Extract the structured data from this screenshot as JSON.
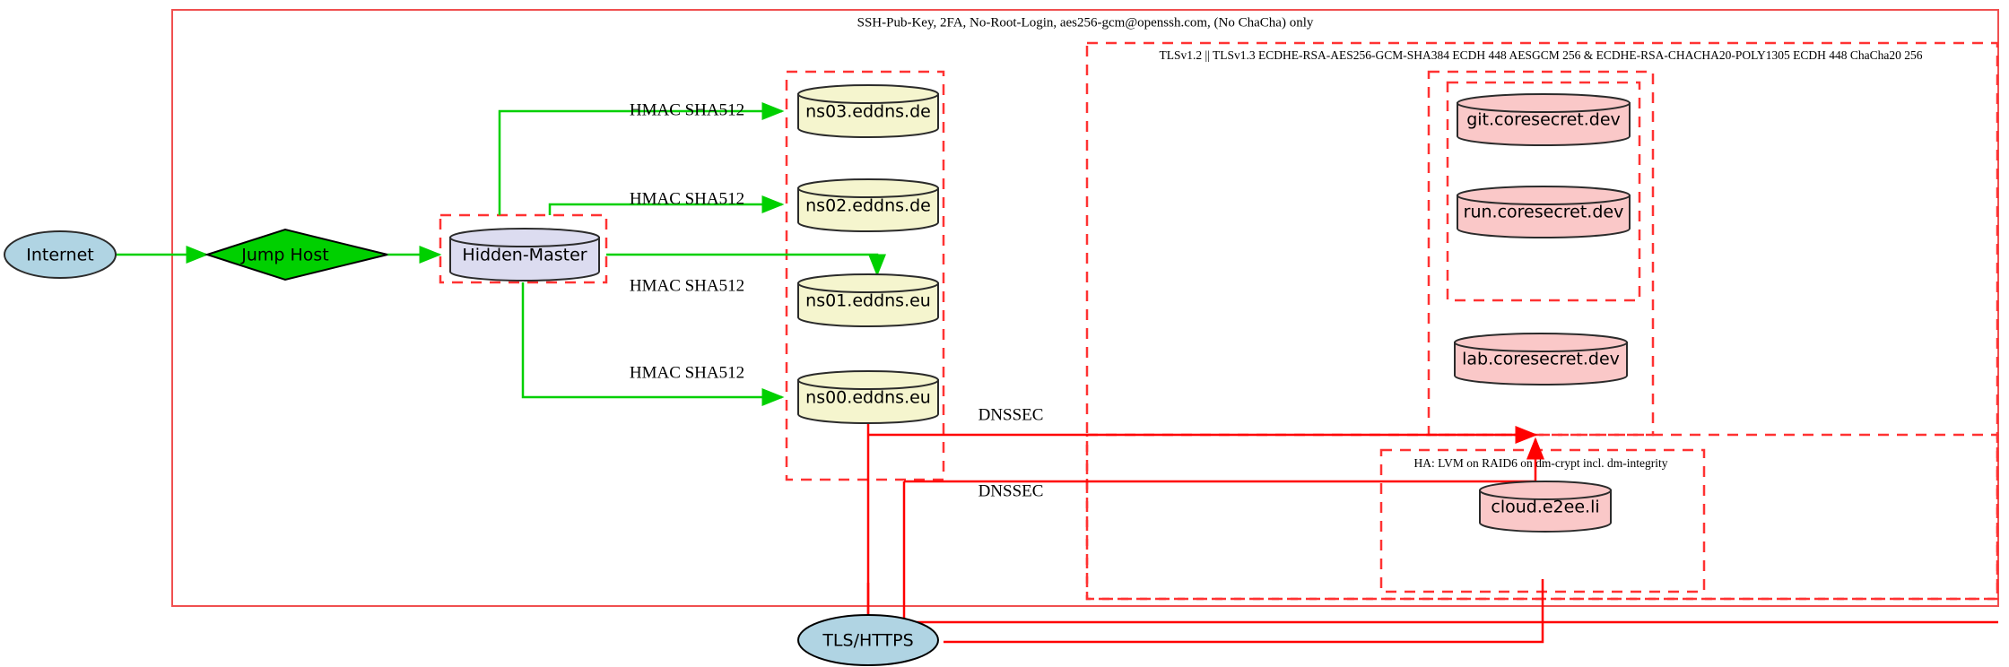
{
  "diagram": {
    "title_banner": "SSH-Pub-Key, 2FA, No-Root-Login, aes256-gcm@openssh.com, (No ChaCha) only",
    "tls_banner": "TLSv1.2 || TLSv1.3 ECDHE-RSA-AES256-GCM-SHA384 ECDH 448 AESGCM 256 & ECDHE-RSA-CHACHA20-POLY1305 ECDH 448 ChaCha20 256",
    "ha_banner": "HA: LVM on RAID6 on dm-crypt incl. dm-integrity"
  },
  "nodes": {
    "internet": {
      "label": "Internet",
      "shape": "ellipse",
      "fill": "#b0d4e3"
    },
    "jump_host": {
      "label": "Jump Host",
      "shape": "diamond",
      "fill": "#00d000"
    },
    "hidden_master": {
      "label": "Hidden-Master",
      "shape": "cylinder",
      "fill": "#dcdcf0"
    },
    "ns03": {
      "label": "ns03.eddns.de",
      "shape": "cylinder",
      "fill": "#f5f5ce"
    },
    "ns02": {
      "label": "ns02.eddns.de",
      "shape": "cylinder",
      "fill": "#f5f5ce"
    },
    "ns01": {
      "label": "ns01.eddns.eu",
      "shape": "cylinder",
      "fill": "#f5f5ce"
    },
    "ns00": {
      "label": "ns00.eddns.eu",
      "shape": "cylinder",
      "fill": "#f5f5ce"
    },
    "git": {
      "label": "git.coresecret.dev",
      "shape": "cylinder",
      "fill": "#fac8c8"
    },
    "run": {
      "label": "run.coresecret.dev",
      "shape": "cylinder",
      "fill": "#fac8c8"
    },
    "lab": {
      "label": "lab.coresecret.dev",
      "shape": "cylinder",
      "fill": "#fac8c8"
    },
    "cloud": {
      "label": "cloud.e2ee.li",
      "shape": "cylinder",
      "fill": "#fac8c8"
    },
    "tls_https": {
      "label": "TLS/HTTPS",
      "shape": "ellipse",
      "fill": "#b0d4e3"
    }
  },
  "edge_labels": {
    "hmac_ns03": "HMAC SHA512",
    "hmac_ns02": "HMAC SHA512",
    "hmac_ns01": "HMAC SHA512",
    "hmac_ns00": "HMAC SHA512",
    "dnssec_upper": "DNSSEC",
    "dnssec_lower": "DNSSEC"
  },
  "colors": {
    "edge_green": "#00d000",
    "edge_red": "#ff0000",
    "boundary_red": "#f05050",
    "dashed_red": "#ff3232",
    "node_stroke": "#2b2b2b"
  }
}
